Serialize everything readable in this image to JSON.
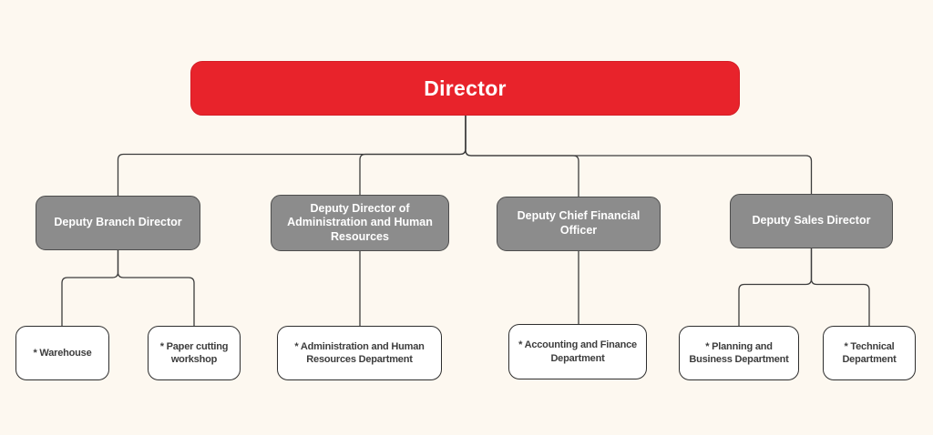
{
  "diagram": {
    "type": "org-chart",
    "nodes": {
      "director": {
        "label": "Director",
        "level": 1
      },
      "deputy_branch_director": {
        "label": "Deputy Branch Director",
        "level": 2
      },
      "deputy_admin_hr": {
        "label": "Deputy Director of Administration and Human Resources",
        "level": 2
      },
      "deputy_cfo": {
        "label": "Deputy Chief Financial Officer",
        "level": 2
      },
      "deputy_sales": {
        "label": "Deputy Sales Director",
        "level": 2
      },
      "warehouse": {
        "label": "* Warehouse",
        "level": 3
      },
      "paper_cutting_workshop": {
        "label": "* Paper cutting workshop",
        "level": 3
      },
      "admin_hr_department": {
        "label": "* Administration and Human Resources Department",
        "level": 3
      },
      "accounting_finance_department": {
        "label": "* Accounting and Finance Department",
        "level": 3
      },
      "planning_business_department": {
        "label": "* Planning and Business Department",
        "level": 3
      },
      "technical_department": {
        "label": "* Technical Department",
        "level": 3
      }
    },
    "hierarchy": {
      "director": [
        "deputy_branch_director",
        "deputy_admin_hr",
        "deputy_cfo",
        "deputy_sales"
      ],
      "deputy_branch_director": [
        "warehouse",
        "paper_cutting_workshop"
      ],
      "deputy_admin_hr": [
        "admin_hr_department"
      ],
      "deputy_cfo": [
        "accounting_finance_department"
      ],
      "deputy_sales": [
        "planning_business_department",
        "technical_department"
      ]
    },
    "colors": {
      "background": "#FDF8F0",
      "root_fill": "#E8232B",
      "root_text": "#FFFFFF",
      "level2_fill": "#8C8C8C",
      "level2_border": "#4D4D4D",
      "level2_text": "#FFFFFF",
      "level3_fill": "#FFFFFF",
      "level3_border": "#2E2E2E",
      "level3_text": "#3D3D3D",
      "connector": "#3C3C3C"
    }
  }
}
